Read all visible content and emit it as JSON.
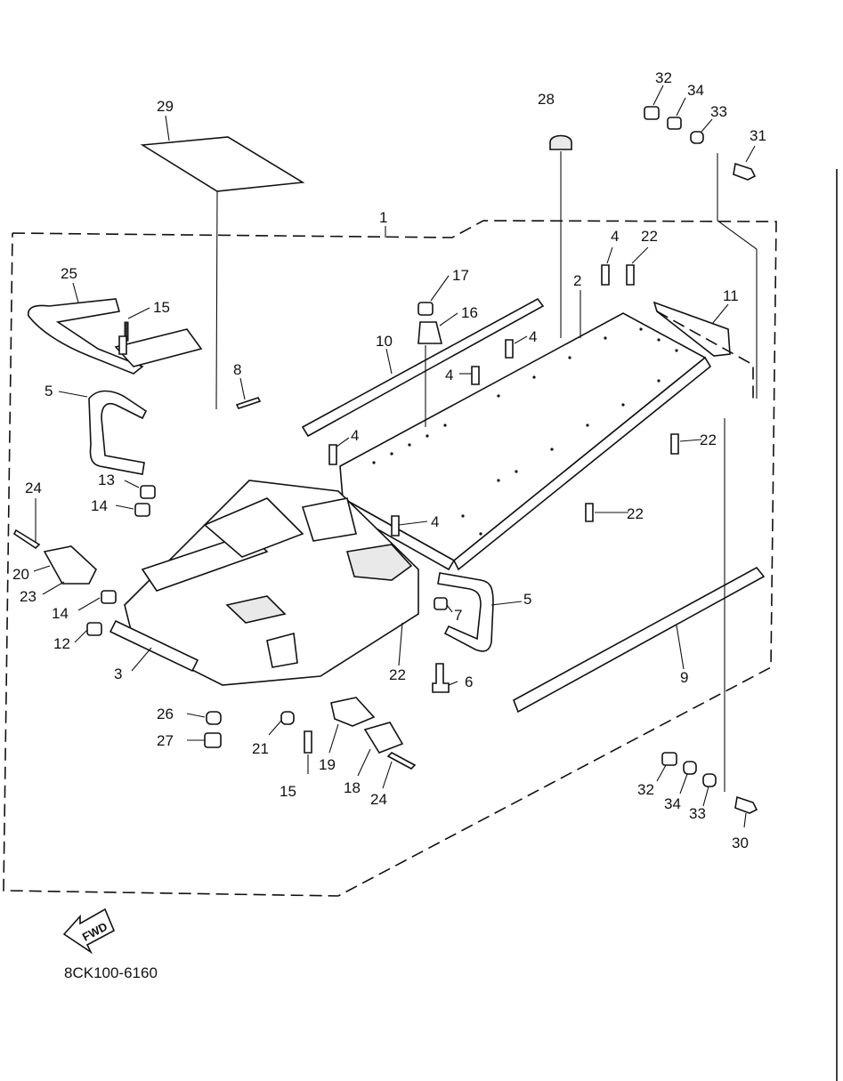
{
  "diagram": {
    "code": "8CK100-6160",
    "fwd_label": "FWD",
    "callouts": [
      "1",
      "2",
      "3",
      "4",
      "4",
      "4",
      "4",
      "4",
      "4",
      "5",
      "5",
      "6",
      "7",
      "8",
      "9",
      "10",
      "11",
      "12",
      "13",
      "14",
      "14",
      "15",
      "15",
      "16",
      "17",
      "18",
      "19",
      "20",
      "21",
      "22",
      "22",
      "22",
      "22",
      "22",
      "23",
      "24",
      "24",
      "25",
      "26",
      "27",
      "28",
      "29",
      "30",
      "31",
      "32",
      "32",
      "33",
      "33",
      "34",
      "34"
    ]
  }
}
